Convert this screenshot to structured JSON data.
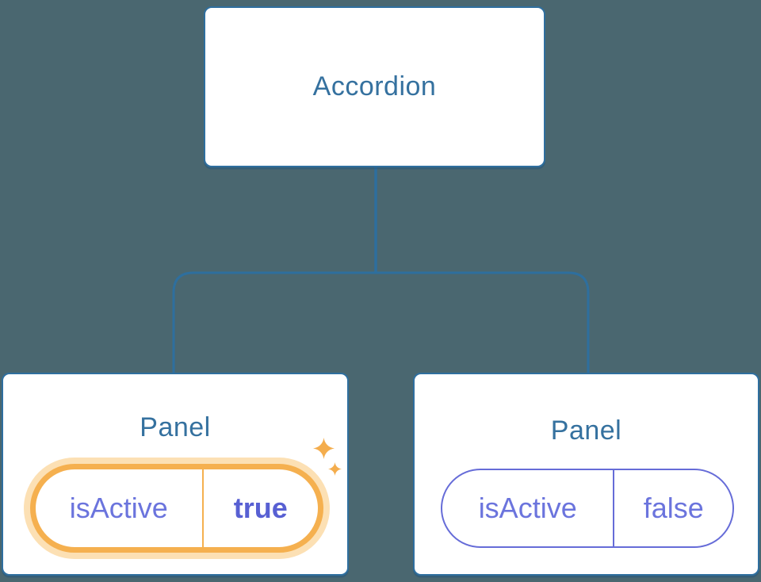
{
  "diagram": {
    "root": {
      "label": "Accordion"
    },
    "panels": [
      {
        "title": "Panel",
        "prop_name": "isActive",
        "prop_value": "true",
        "highlighted": true
      },
      {
        "title": "Panel",
        "prop_name": "isActive",
        "prop_value": "false",
        "highlighted": false
      }
    ]
  },
  "colors": {
    "background": "#4a6770",
    "card_background": "#ffffff",
    "card_border_blue": "#2f6f9f",
    "label_blue": "#35719f",
    "connector_blue": "#2e6f9e",
    "state_purple": "#6b74dd",
    "state_purple_bold": "#5860d3",
    "pill_border_purple": "#666cd8",
    "highlight_orange": "#f5b04f",
    "highlight_halo": "#fce0b4",
    "sparkle_orange": "#f4ad4d"
  }
}
